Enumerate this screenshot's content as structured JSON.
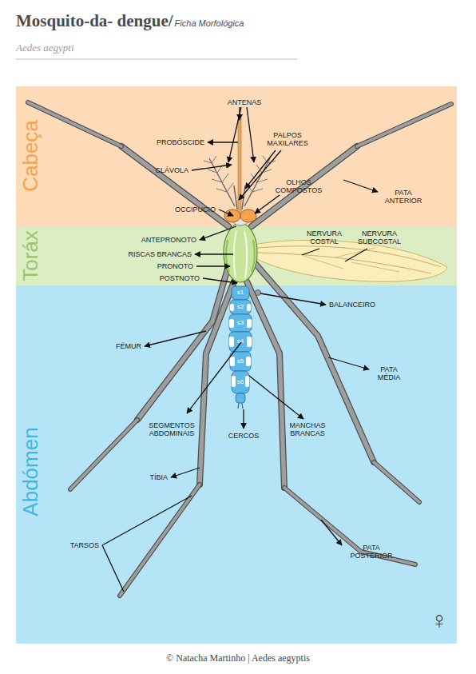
{
  "diagram": {
    "title": "Mosquito-da- dengue/",
    "caption": "© Natacha Martinho | Aedes aegyptis",
    "nodes": [
      {
        "text": [
          "Cabeça"
        ]
      },
      {
        "text": [
          "Toráx"
        ]
      },
      {
        "text": [
          "Abdómen"
        ]
      }
    ],
    "labels": [
      "Ficha Morfológica",
      "Aedes aegypti",
      "ANTENAS",
      "PROBÓSCIDE",
      "PALPOS MAXILARES",
      "CLÁVOLA",
      "OLHOS COMPOSTOS",
      "OCCIPUCIO",
      "PATA ANTERIOR",
      "ANTEPRONOTO",
      "NERVURA COSTAL",
      "NERVURA SUBCOSTAL",
      "RISCAS BRANCAS",
      "PRONOTO",
      "POSTNOTO",
      "s1",
      "BALANCEIRO",
      "s2",
      "s3",
      "FÉMUR",
      "s4",
      "PATA MÉDIA",
      "s5",
      "s6",
      "SEGMENTOS ABDOMINAIS",
      "CERCOS",
      "MANCHAS BRANCAS",
      "TÍBIA",
      "TARSOS",
      "PATA POSTERIOR",
      "♀"
    ]
  }
}
